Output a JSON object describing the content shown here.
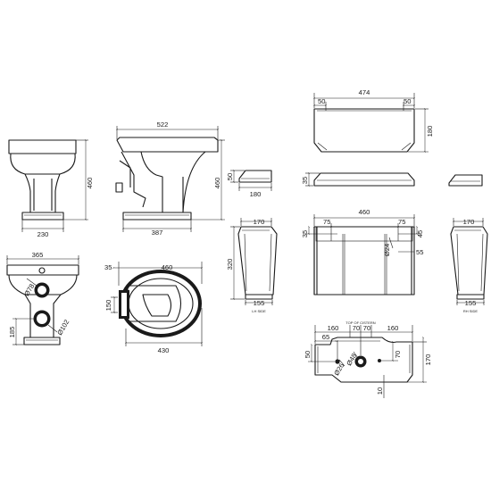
{
  "dimensions": {
    "pan_side_height": "460",
    "pan_front_width": "230",
    "pan_side_top_width": "522",
    "pan_side_height_right": "460",
    "pan_side_base": "387",
    "pan_back_width": "365",
    "pan_back_hole_top": "Ø78",
    "pan_back_hole_height": "185",
    "pan_back_hole_bottom": "Ø102",
    "seat_offset": "35",
    "seat_width": "460",
    "seat_hinge": "150",
    "seat_base": "430",
    "lid_height": "50",
    "lid_width": "180",
    "cistern_top_width": "474",
    "cistern_top_left": "50",
    "cistern_top_right": "50",
    "cistern_top_depth": "180",
    "cistern_lid_height": "35",
    "cistern_front_width": "460",
    "cistern_left_offset": "75",
    "cistern_right_offset": "75",
    "cistern_left_drop": "35",
    "cistern_hole": "Ø24",
    "cistern_right_drop": "45",
    "cistern_right_inset": "55",
    "side_left_width": "170",
    "side_height": "320",
    "side_left_base": "155",
    "side_right_width": "170",
    "side_right_base": "155",
    "toc_160_left": "160",
    "toc_65": "65",
    "toc_70_a": "70",
    "toc_70_b": "70",
    "toc_160_right": "160",
    "toc_50": "50",
    "toc_hole_26": "Ø26",
    "toc_hole_48": "Ø48",
    "toc_70_c": "70",
    "toc_depth": "170",
    "toc_10": "10"
  },
  "labels": {
    "lh_side": "LH SIDE",
    "rh_side": "RH SIDE",
    "top_of_cistern": "TOP OF CISTERN"
  }
}
